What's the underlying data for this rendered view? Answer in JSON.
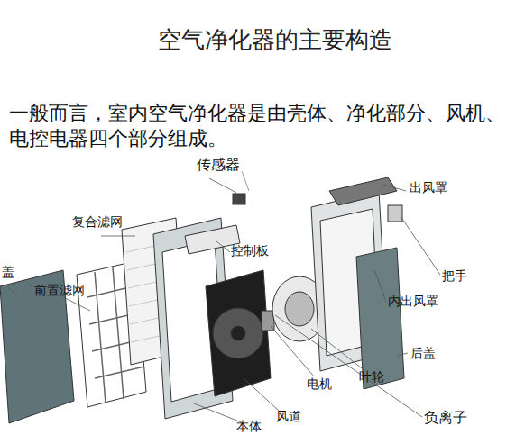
{
  "diagram": {
    "title": "空气净化器的主要构造",
    "labels": [
      "一般而言，室内空气净化器是由壳体、净化部分、风机、电控电器四个部分组成。",
      "传感器",
      "出风罩",
      "复合滤网",
      "控制板",
      "盖",
      "前置滤网",
      "把手",
      "内出风罩",
      "后盖",
      "电机",
      "叶轮",
      "负离子",
      "风道",
      "本体"
    ]
  }
}
